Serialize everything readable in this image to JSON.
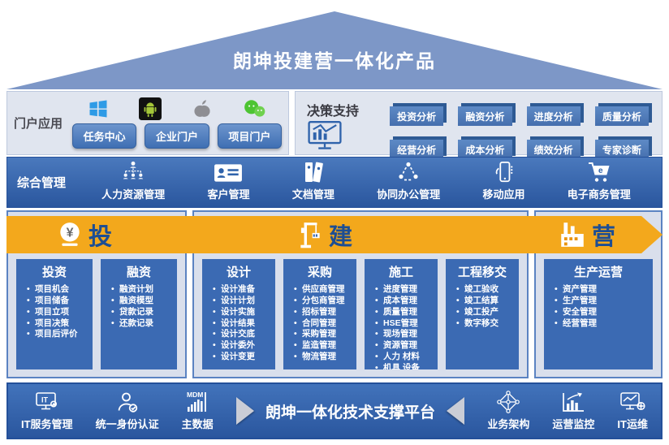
{
  "title": "朗坤投建营一体化产品",
  "portal": {
    "label": "门户应用",
    "icons": [
      "windows-icon",
      "android-icon",
      "apple-icon",
      "wechat-icon"
    ],
    "buttons": [
      "任务中心",
      "企业门户",
      "项目门户"
    ]
  },
  "decision": {
    "label": "决策支持",
    "icon": "monitor-chart-icon",
    "buttons": [
      "投资分析",
      "融资分析",
      "进度分析",
      "质量分析",
      "经营分析",
      "成本分析",
      "绩效分析",
      "专家诊断"
    ]
  },
  "management": {
    "label": "综合管理",
    "items": [
      {
        "icon": "org-chart-icon",
        "label": "人力资源管理"
      },
      {
        "icon": "id-card-icon",
        "label": "客户管理"
      },
      {
        "icon": "folders-icon",
        "label": "文档管理"
      },
      {
        "icon": "share-network-icon",
        "label": "协同办公管理"
      },
      {
        "icon": "mobile-phone-icon",
        "label": "移动应用"
      },
      {
        "icon": "shopping-cart-icon",
        "label": "电子商务管理",
        "icon_text": "e"
      }
    ]
  },
  "process": {
    "stages": [
      {
        "arrow_label": "投",
        "icon": "yuan-coin-icon",
        "icon_text": "¥",
        "columns": [
          {
            "title": "投资",
            "items": [
              "项目机会",
              "项目储备",
              "项目立项",
              "项目决策",
              "项目后评价"
            ]
          },
          {
            "title": "融资",
            "items": [
              "融资计划",
              "融资模型",
              "贷款记录",
              "还款记录"
            ]
          }
        ]
      },
      {
        "arrow_label": "建",
        "icon": "crane-icon",
        "columns": [
          {
            "title": "设计",
            "items": [
              "设计准备",
              "设计计划",
              "设计实施",
              "设计结果",
              "设计交底",
              "设计委外",
              "设计变更"
            ]
          },
          {
            "title": "采购",
            "items": [
              "供应商管理",
              "分包商管理",
              "招标管理",
              "合同管理",
              "采购管理",
              "监造管理",
              "物流管理"
            ]
          },
          {
            "title": "施工",
            "items": [
              "进度管理",
              "成本管理",
              "质量管理",
              "HSE管理",
              "现场管理",
              "资源管理",
              "人力 材料",
              "机具 设备"
            ]
          },
          {
            "title": "工程移交",
            "items": [
              "竣工验收",
              "竣工结算",
              "竣工投产",
              "数字移交"
            ]
          }
        ]
      },
      {
        "arrow_label": "营",
        "icon": "factory-icon",
        "columns": [
          {
            "title": "生产运营",
            "items": [
              "资产管理",
              "生产管理",
              "安全管理",
              "经营管理"
            ]
          }
        ]
      }
    ]
  },
  "platform": {
    "center": "朗坤一体化技术支撑平台",
    "left_items": [
      {
        "icon": "it-monitor-icon",
        "label": "IT服务管理",
        "icon_text": "IT"
      },
      {
        "icon": "identity-check-icon",
        "label": "统一身份认证"
      },
      {
        "icon": "mdm-bars-icon",
        "label": "主数据",
        "icon_text": "MDM"
      }
    ],
    "right_items": [
      {
        "icon": "architecture-diamond-icon",
        "label": "业务架构"
      },
      {
        "icon": "monitoring-chart-icon",
        "label": "运营监控"
      },
      {
        "icon": "it-ops-icon",
        "label": "IT运维"
      }
    ]
  },
  "colors": {
    "roof_blue": "#7d97c7",
    "bar_blue": "#2f63ab",
    "column_blue": "#3b6ab3",
    "panel_light": "#e0e5ef",
    "arrow_orange": "#f3a81c",
    "stage_text_blue": "#1d4e93",
    "button_blue": "#4b7dc0"
  }
}
